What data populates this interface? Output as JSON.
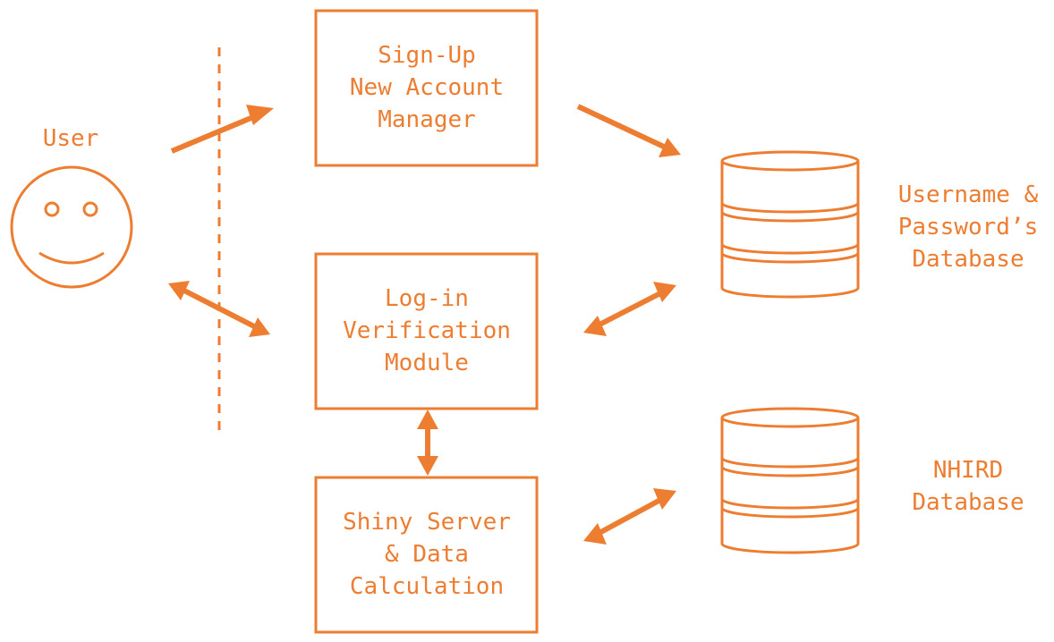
{
  "colors": {
    "accent": "#ED7D31",
    "background": "#ffffff"
  },
  "icons": {
    "user": "smiley-face-icon",
    "database": "database-cylinder-icon"
  },
  "user": {
    "label": "User"
  },
  "boxes": {
    "signup": {
      "lines": [
        "Sign-Up",
        "New Account",
        "Manager"
      ]
    },
    "login": {
      "lines": [
        "Log-in",
        "Verification",
        "Module"
      ]
    },
    "shiny": {
      "lines": [
        "Shiny Server",
        "& Data",
        "Calculation"
      ]
    }
  },
  "databases": {
    "credentials": {
      "lines": [
        "Username &",
        "Password’s",
        "Database"
      ]
    },
    "nhird": {
      "lines": [
        "NHIRD",
        "Database"
      ]
    }
  }
}
